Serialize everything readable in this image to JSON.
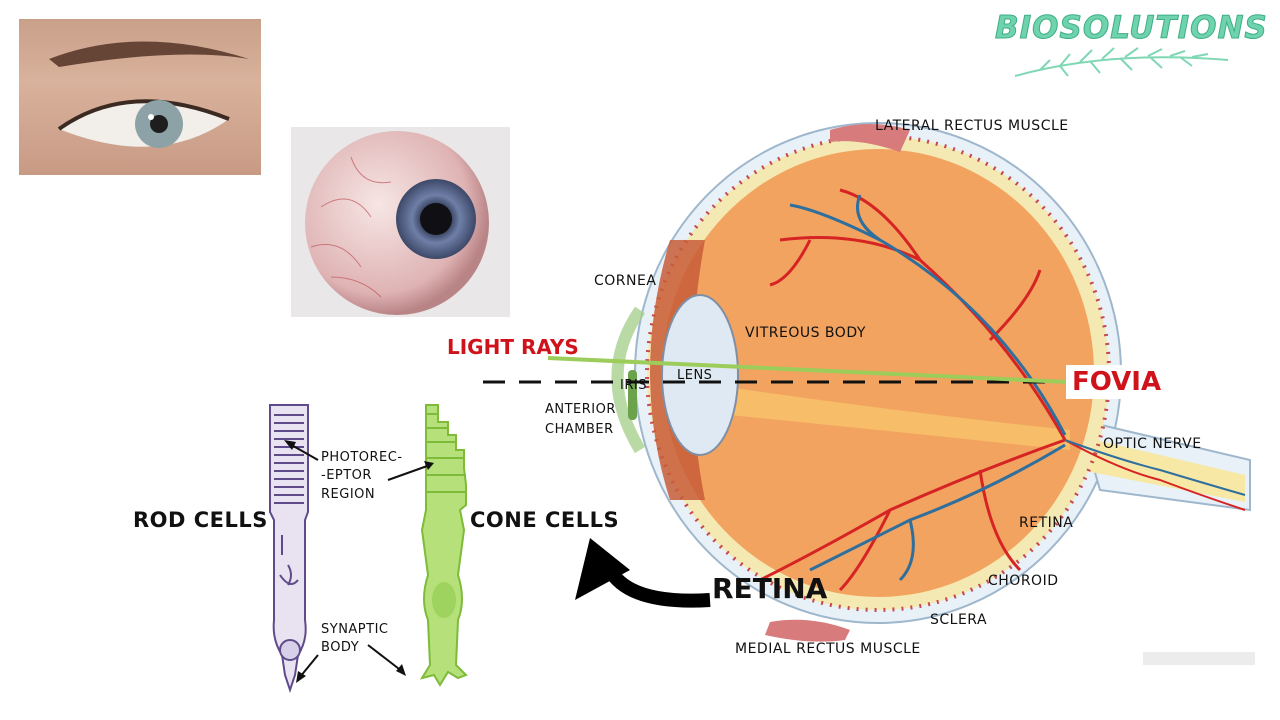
{
  "brand": {
    "logo_text": "BIOSOLUTIONS",
    "color": "#6fd3ad"
  },
  "photos": {
    "human_eye": "human-eye-photo",
    "eyeball": "eyeball-photo"
  },
  "eye_labels": {
    "lateral_rectus": "LATERAL RECTUS MUSCLE",
    "cornea": "CORNEA",
    "vitreous_body": "VITREOUS BODY",
    "light_rays": "LIGHT RAYS",
    "iris": "IRIS",
    "lens": "LENS",
    "fovia": "FOVIA",
    "anterior_chamber_line1": "ANTERIOR",
    "anterior_chamber_line2": "CHAMBER",
    "optic_nerve": "OPTIC NERVE",
    "retina_small": "RETINA",
    "choroid": "CHOROID",
    "sclera": "SCLERA",
    "medial_rectus": "MEDIAL RECTUS MUSCLE",
    "retina_big": "RETINA"
  },
  "cell_labels": {
    "rod_cells": "ROD CELLS",
    "cone_cells": "CONE CELLS",
    "photoreceptor_line1": "PHOTOREC-",
    "photoreceptor_line2": "-EPTOR",
    "photoreceptor_line3": "REGION",
    "synaptic_line1": "SYNAPTIC",
    "synaptic_line2": "BODY"
  },
  "colors": {
    "accent_red": "#d0121b",
    "eye_orange": "#f0a05a",
    "vessel_red": "#d62424",
    "vessel_blue": "#2f6f9e",
    "light_ray": "#9ccc5a"
  }
}
